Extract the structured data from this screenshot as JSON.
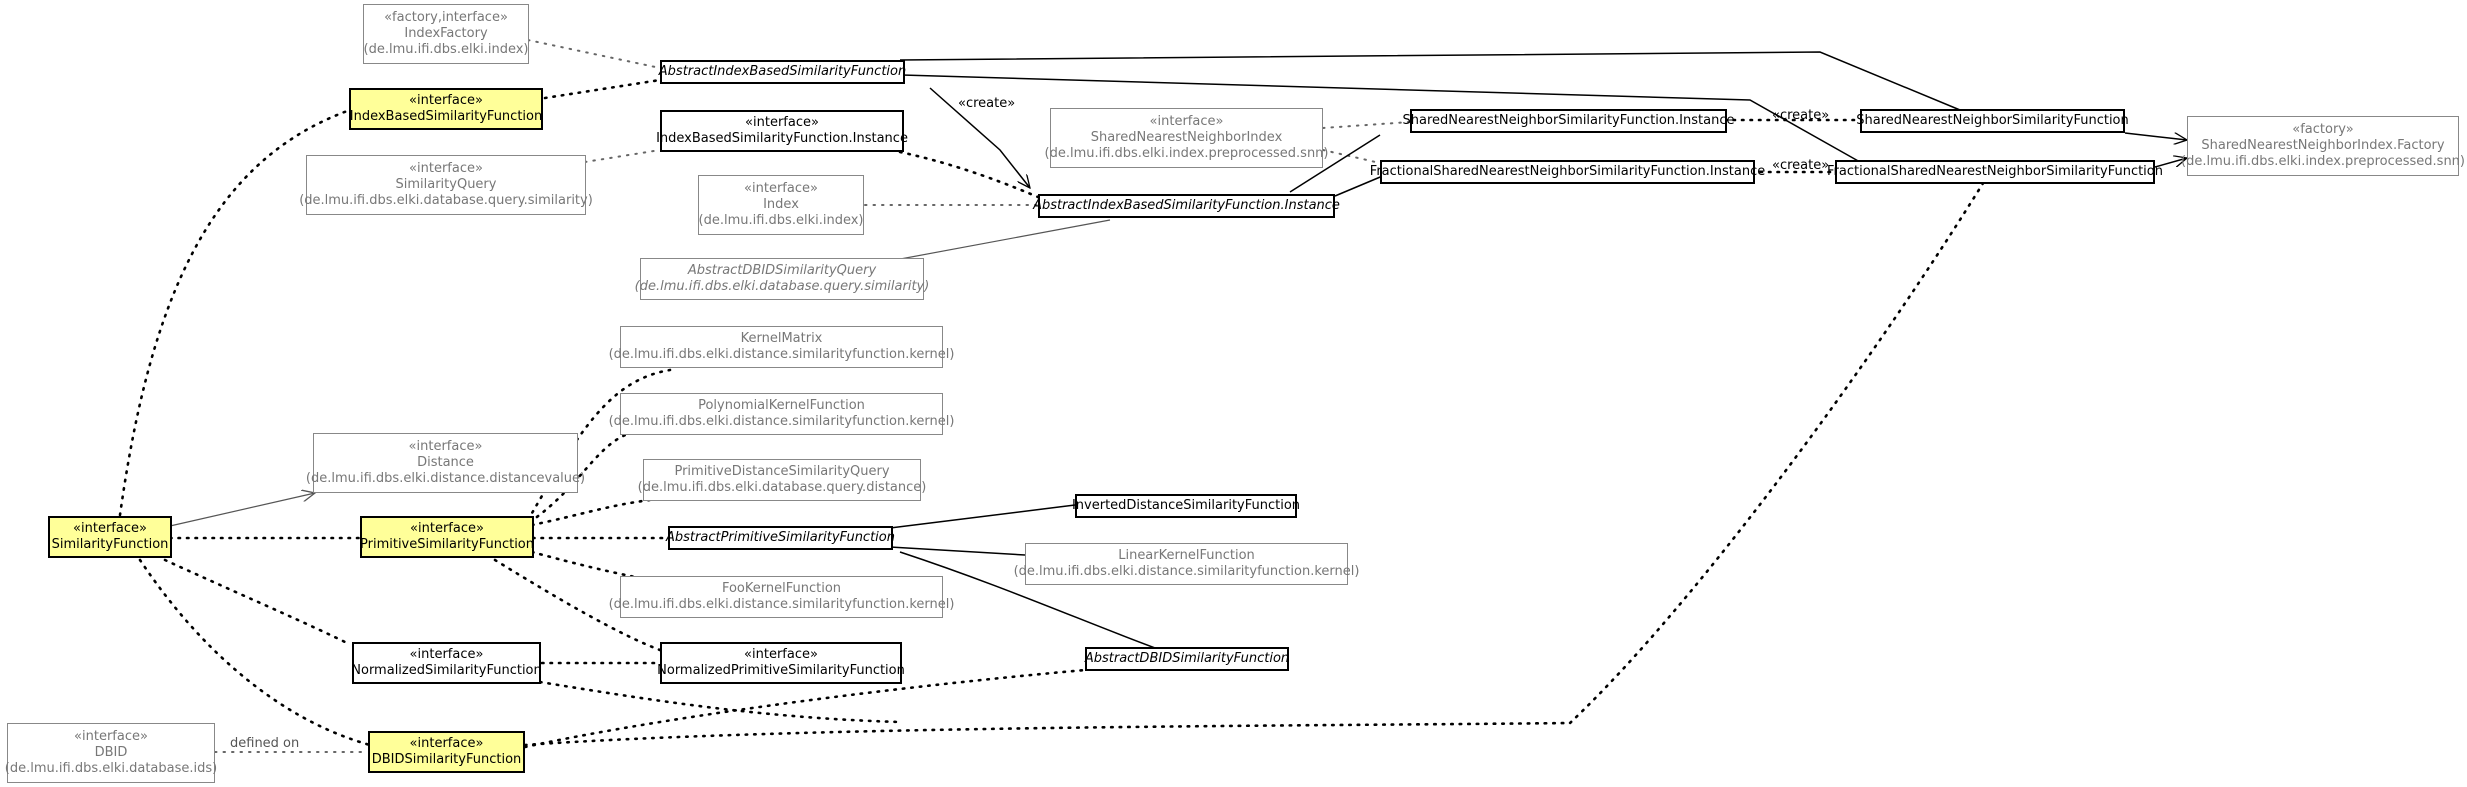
{
  "colors": {
    "highlight_fill": "#ffff99",
    "external_border": "#888888",
    "external_text": "#777777",
    "class_border": "#000000"
  },
  "nodes": {
    "index_factory": {
      "stereo": "«factory,interface»",
      "name": "IndexFactory",
      "pkg": "(de.lmu.ifi.dbs.elki.index)"
    },
    "index_based_similarity_function": {
      "stereo": "«interface»",
      "name": "IndexBasedSimilarityFunction"
    },
    "similarity_query": {
      "stereo": "«interface»",
      "name": "SimilarityQuery",
      "pkg": "(de.lmu.ifi.dbs.elki.database.query.similarity)"
    },
    "abstract_index_based_similarity_function": {
      "name": "AbstractIndexBasedSimilarityFunction"
    },
    "index_based_similarity_function_instance": {
      "stereo": "«interface»",
      "name": "IndexBasedSimilarityFunction.Instance"
    },
    "index": {
      "stereo": "«interface»",
      "name": "Index",
      "pkg": "(de.lmu.ifi.dbs.elki.index)"
    },
    "abstract_dbid_similarity_query": {
      "name": "AbstractDBIDSimilarityQuery",
      "pkg": "(de.lmu.ifi.dbs.elki.database.query.similarity)"
    },
    "snn_index": {
      "stereo": "«interface»",
      "name": "SharedNearestNeighborIndex",
      "pkg": "(de.lmu.ifi.dbs.elki.index.preprocessed.snn)"
    },
    "abstract_index_based_similarity_function_instance": {
      "name": "AbstractIndexBasedSimilarityFunction.Instance"
    },
    "snn_similarity_function_instance": {
      "name": "SharedNearestNeighborSimilarityFunction.Instance"
    },
    "fractional_snn_similarity_function_instance": {
      "name": "FractionalSharedNearestNeighborSimilarityFunction.Instance"
    },
    "snn_similarity_function": {
      "name": "SharedNearestNeighborSimilarityFunction"
    },
    "fractional_snn_similarity_function": {
      "name": "FractionalSharedNearestNeighborSimilarityFunction"
    },
    "snn_index_factory": {
      "stereo": "«factory»",
      "name": "SharedNearestNeighborIndex.Factory",
      "pkg": "(de.lmu.ifi.dbs.elki.index.preprocessed.snn)"
    },
    "kernel_matrix": {
      "name": "KernelMatrix",
      "pkg": "(de.lmu.ifi.dbs.elki.distance.similarityfunction.kernel)"
    },
    "polynomial_kernel_function": {
      "name": "PolynomialKernelFunction",
      "pkg": "(de.lmu.ifi.dbs.elki.distance.similarityfunction.kernel)"
    },
    "primitive_distance_similarity_query": {
      "name": "PrimitiveDistanceSimilarityQuery",
      "pkg": "(de.lmu.ifi.dbs.elki.database.query.distance)"
    },
    "distance": {
      "stereo": "«interface»",
      "name": "Distance",
      "pkg": "(de.lmu.ifi.dbs.elki.distance.distancevalue)"
    },
    "similarity_function": {
      "stereo": "«interface»",
      "name": "SimilarityFunction"
    },
    "primitive_similarity_function": {
      "stereo": "«interface»",
      "name": "PrimitiveSimilarityFunction"
    },
    "abstract_primitive_similarity_function": {
      "name": "AbstractPrimitiveSimilarityFunction"
    },
    "inverted_distance_similarity_function": {
      "name": "InvertedDistanceSimilarityFunction"
    },
    "linear_kernel_function": {
      "name": "LinearKernelFunction",
      "pkg": "(de.lmu.ifi.dbs.elki.distance.similarityfunction.kernel)"
    },
    "foo_kernel_function": {
      "name": "FooKernelFunction",
      "pkg": "(de.lmu.ifi.dbs.elki.distance.similarityfunction.kernel)"
    },
    "normalized_similarity_function": {
      "stereo": "«interface»",
      "name": "NormalizedSimilarityFunction"
    },
    "normalized_primitive_similarity_function": {
      "stereo": "«interface»",
      "name": "NormalizedPrimitiveSimilarityFunction"
    },
    "abstract_dbid_similarity_function": {
      "name": "AbstractDBIDSimilarityFunction"
    },
    "dbid": {
      "stereo": "«interface»",
      "name": "DBID",
      "pkg": "(de.lmu.ifi.dbs.elki.database.ids)"
    },
    "dbid_similarity_function": {
      "stereo": "«interface»",
      "name": "DBIDSimilarityFunction"
    }
  },
  "edge_labels": {
    "create_1": "«create»",
    "create_2": "«create»",
    "create_3": "«create»",
    "defined_on": "defined on"
  }
}
